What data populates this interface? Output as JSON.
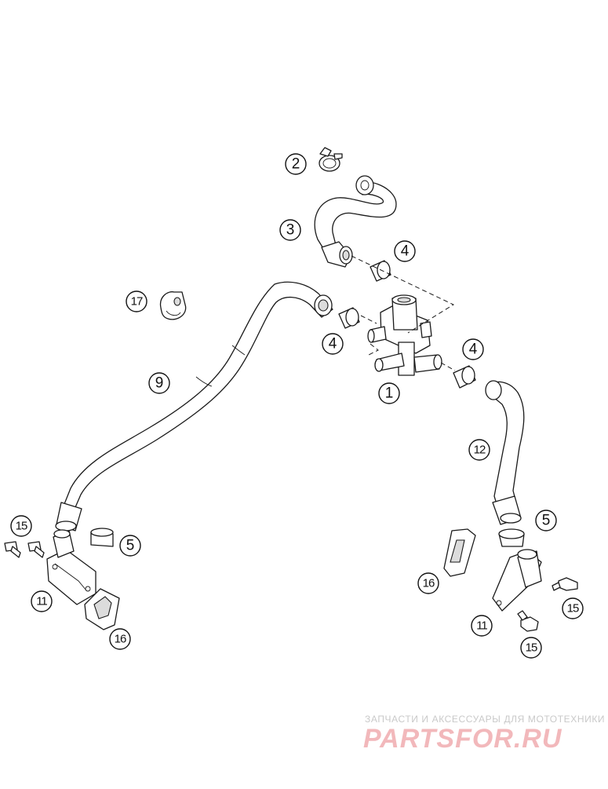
{
  "diagram": {
    "callouts": [
      {
        "id": "c1",
        "label": "1"
      },
      {
        "id": "c2",
        "label": "2"
      },
      {
        "id": "c3",
        "label": "3"
      },
      {
        "id": "c4a",
        "label": "4"
      },
      {
        "id": "c4b",
        "label": "4"
      },
      {
        "id": "c4c",
        "label": "4"
      },
      {
        "id": "c5a",
        "label": "5"
      },
      {
        "id": "c5b",
        "label": "5"
      },
      {
        "id": "c9",
        "label": "9"
      },
      {
        "id": "c11a",
        "label": "11"
      },
      {
        "id": "c11b",
        "label": "11"
      },
      {
        "id": "c12",
        "label": "12"
      },
      {
        "id": "c15a",
        "label": "15"
      },
      {
        "id": "c15b",
        "label": "15"
      },
      {
        "id": "c15c",
        "label": "15"
      },
      {
        "id": "c16a",
        "label": "16"
      },
      {
        "id": "c16b",
        "label": "16"
      },
      {
        "id": "c17",
        "label": "17"
      }
    ]
  },
  "watermark": {
    "tagline": "ЗАПЧАСТИ И АКСЕССУАРЫ ДЛЯ МОТОТЕХНИКИ",
    "logo": "PARTSFOR.RU"
  }
}
